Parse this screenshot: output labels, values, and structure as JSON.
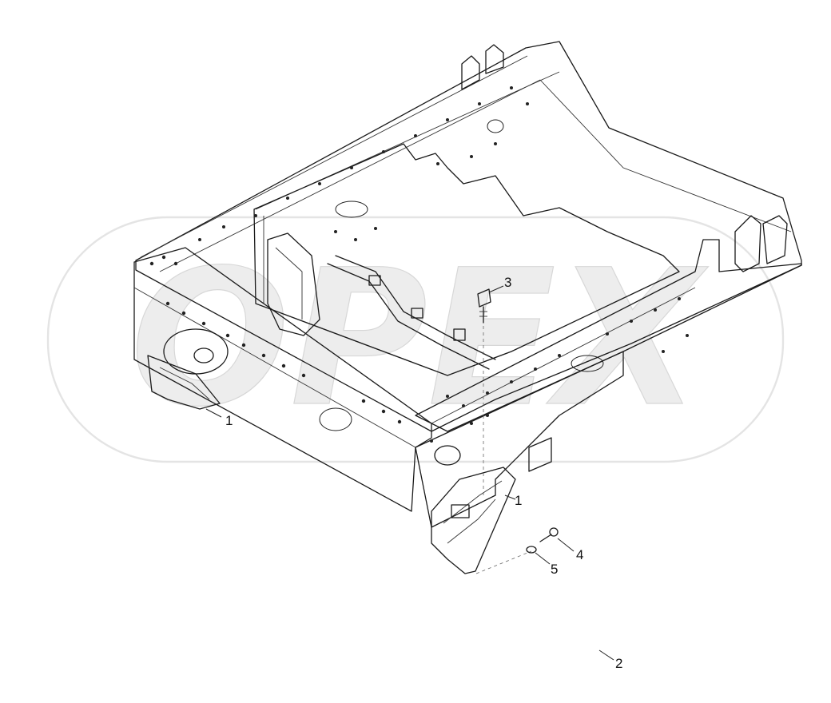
{
  "watermark": {
    "text": "OPEX"
  },
  "callouts": [
    {
      "id": "c1a",
      "label": "1"
    },
    {
      "id": "c1b",
      "label": "1"
    },
    {
      "id": "c2",
      "label": "2"
    },
    {
      "id": "c3",
      "label": "3"
    },
    {
      "id": "c4",
      "label": "4"
    },
    {
      "id": "c5",
      "label": "5"
    }
  ],
  "colors": {
    "line": "#1a1a1a",
    "watermark": "#e6e6e6",
    "background": "#ffffff"
  }
}
